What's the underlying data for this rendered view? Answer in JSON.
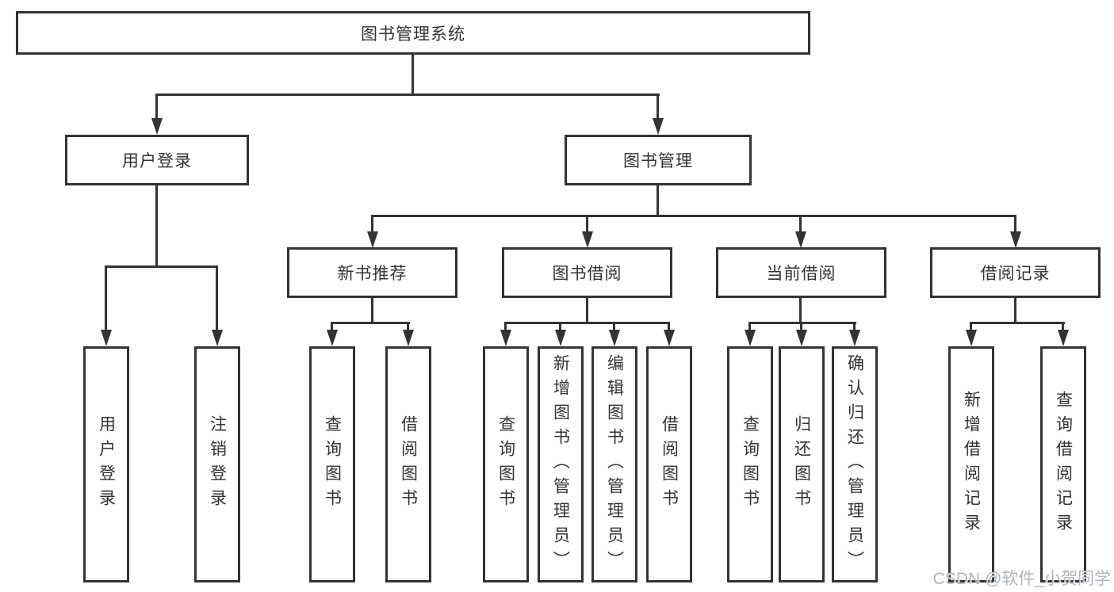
{
  "tree": {
    "root": "图书管理系统",
    "branches": [
      {
        "label": "用户登录",
        "children": [
          "用户登录",
          "注销登录"
        ]
      },
      {
        "label": "图书管理",
        "sections": [
          {
            "label": "新书推荐",
            "children": [
              "查询图书",
              "借阅图书"
            ]
          },
          {
            "label": "图书借阅",
            "children": [
              "查询图书",
              "新增图书（管理员）",
              "编辑图书（管理员）",
              "借阅图书"
            ]
          },
          {
            "label": "当前借阅",
            "children": [
              "查询图书",
              "归还图书",
              "确认归还（管理员）"
            ]
          },
          {
            "label": "借阅记录",
            "children": [
              "新增借阅记录",
              "查询借阅记录"
            ]
          }
        ]
      }
    ]
  },
  "watermark": "CSDN @软件_小贺同学",
  "colors": {
    "line": "#333333",
    "text": "#333333",
    "watermark": "#b0b5bb",
    "background": "#ffffff"
  }
}
